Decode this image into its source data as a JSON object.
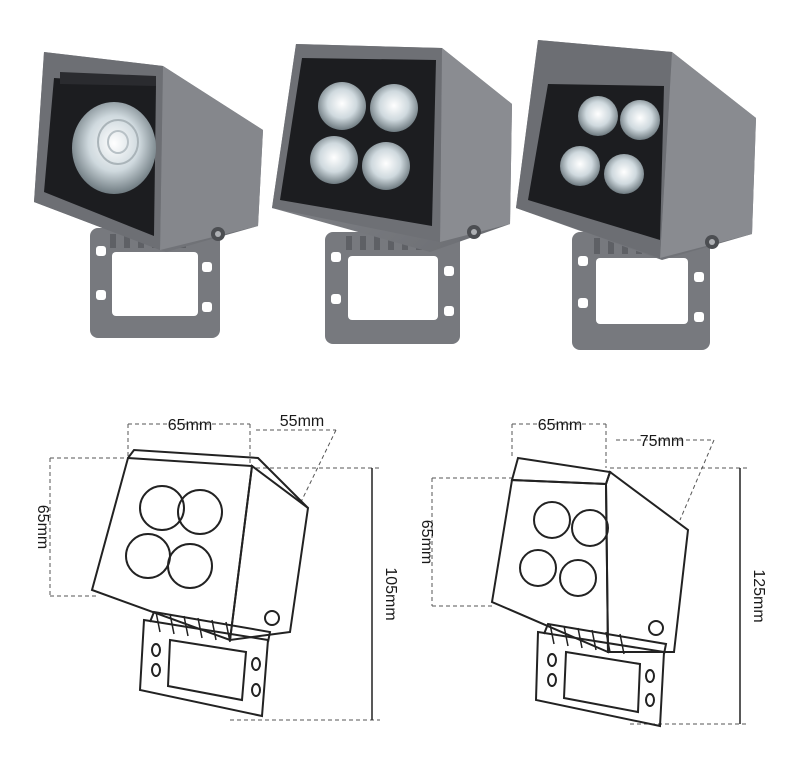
{
  "photos": [
    {
      "name": "single-lens-flood-light"
    },
    {
      "name": "four-lens-flood-light"
    },
    {
      "name": "four-lens-angled-flood-light"
    }
  ],
  "drawing_left": {
    "width_label": "65mm",
    "depth_label": "55mm",
    "height_label": "65mm",
    "total_height_label": "105mm"
  },
  "drawing_right": {
    "width_label": "65mm",
    "depth_label": "75mm",
    "height_label": "65mm",
    "total_height_label": "125mm"
  },
  "colors": {
    "housing": "#7d7f84",
    "housing_dark": "#5e6065",
    "face": "#1c1d20",
    "lens": "#dfe6ea"
  }
}
